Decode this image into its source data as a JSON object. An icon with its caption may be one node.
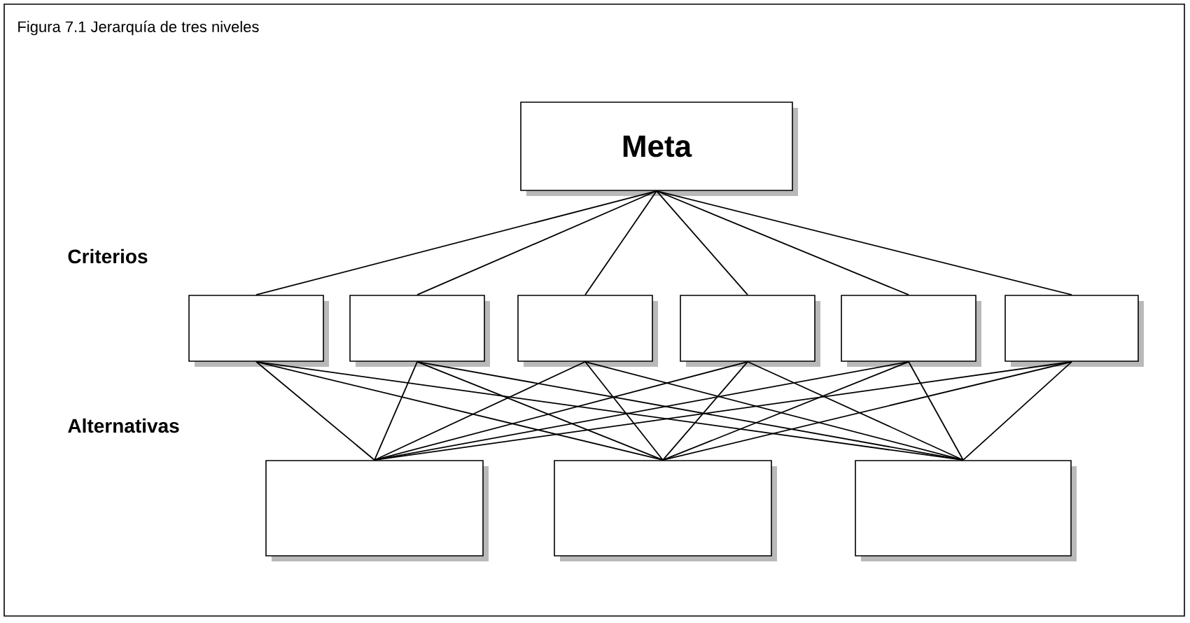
{
  "diagram": {
    "title": "Figura 7.1 Jerarquía de tres niveles",
    "nodes": [
      {
        "text": [
          "Meta"
        ]
      },
      {
        "text": [],
        "shape": "box"
      },
      {
        "text": [],
        "shape": "box"
      },
      {
        "text": [],
        "shape": "box"
      },
      {
        "text": [],
        "shape": "box"
      },
      {
        "text": [],
        "shape": "box"
      },
      {
        "text": [],
        "shape": "box"
      },
      {
        "text": [],
        "shape": "box"
      },
      {
        "text": [],
        "shape": "box"
      },
      {
        "text": [],
        "shape": "box"
      }
    ],
    "edges": [
      {
        "from": 0,
        "to": 1,
        "arrow": "none"
      },
      {
        "from": 0,
        "to": 2,
        "arrow": "none"
      },
      {
        "from": 0,
        "to": 3,
        "arrow": "none"
      },
      {
        "from": 0,
        "to": 4,
        "arrow": "none"
      },
      {
        "from": 0,
        "to": 5,
        "arrow": "none"
      },
      {
        "from": 0,
        "to": 6,
        "arrow": "none"
      },
      {
        "from": 1,
        "to": 7,
        "arrow": "none"
      },
      {
        "from": 1,
        "to": 8,
        "arrow": "none"
      },
      {
        "from": 1,
        "to": 9,
        "arrow": "none"
      },
      {
        "from": 2,
        "to": 7,
        "arrow": "none"
      },
      {
        "from": 2,
        "to": 8,
        "arrow": "none"
      },
      {
        "from": 2,
        "to": 9,
        "arrow": "none"
      },
      {
        "from": 3,
        "to": 7,
        "arrow": "none"
      },
      {
        "from": 3,
        "to": 8,
        "arrow": "none"
      },
      {
        "from": 3,
        "to": 9,
        "arrow": "none"
      },
      {
        "from": 4,
        "to": 7,
        "arrow": "none"
      },
      {
        "from": 4,
        "to": 8,
        "arrow": "none"
      },
      {
        "from": 4,
        "to": 9,
        "arrow": "none"
      },
      {
        "from": 5,
        "to": 7,
        "arrow": "none"
      },
      {
        "from": 5,
        "to": 8,
        "arrow": "none"
      },
      {
        "from": 5,
        "to": 9,
        "arrow": "none"
      },
      {
        "from": 6,
        "to": 7,
        "arrow": "none"
      },
      {
        "from": 6,
        "to": 8,
        "arrow": "none"
      },
      {
        "from": 6,
        "to": 9,
        "arrow": "none"
      }
    ],
    "labels": [
      "Criterios",
      "Alternativas"
    ]
  }
}
